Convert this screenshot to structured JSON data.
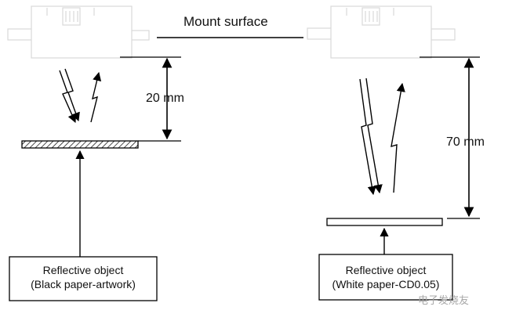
{
  "title": "Mount surface",
  "left": {
    "distance": "20 mm",
    "object_line1": "Reflective object",
    "object_line2": "(Black paper-artwork)"
  },
  "right": {
    "distance": "70 mm",
    "object_line1": "Reflective object",
    "object_line2": "(White paper-CD0.05)"
  },
  "watermark": "电子发烧友",
  "colors": {
    "stroke": "#000000",
    "sensor_body": "#d9d9d9",
    "text": "#111111",
    "watermark": "#a8a8a8"
  }
}
